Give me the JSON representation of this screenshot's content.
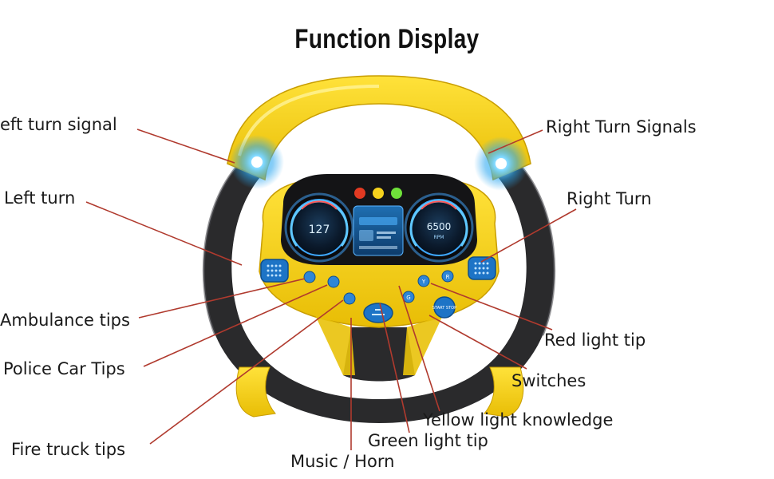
{
  "title": "Function Display",
  "labels": {
    "left_turn_signal": "eft turn signal",
    "left_turn": "Left turn",
    "ambulance_tips": "Ambulance tips",
    "police_car_tips": "Police Car Tips",
    "fire_truck_tips": "Fire truck tips",
    "music_horn": "Music / Horn",
    "green_light_tip": "Green light tip",
    "yellow_light_knowledge": "Yellow light knowledge",
    "switches": "Switches",
    "red_light_tip": "Red light tip",
    "right_turn": "Right Turn",
    "right_turn_signals": "Right Turn Signals"
  },
  "dashboard": {
    "speed_value": "127",
    "rpm_value": "6500",
    "rpm_unit": "RPM"
  },
  "buttons": {
    "y_button": "Y",
    "r_button": "R",
    "g_button": "G",
    "start_stop_button": "START STOP"
  },
  "colors": {
    "wheel_yellow": "#f2cf0c",
    "wheel_black": "#2a2a2c",
    "leader_line": "#b03a2e",
    "signal_light": "#39b8ff",
    "button_blue": "#1d74c6"
  }
}
